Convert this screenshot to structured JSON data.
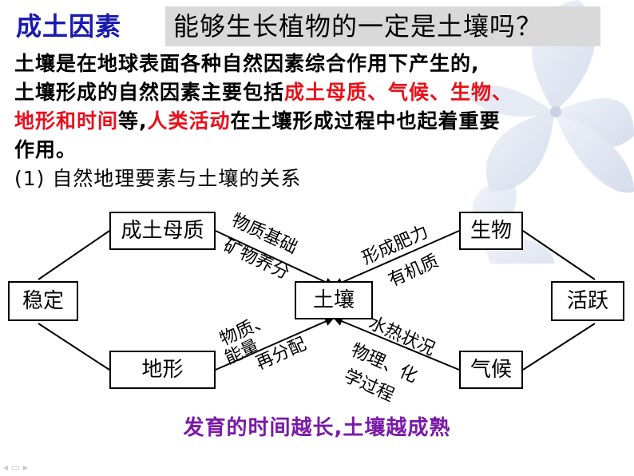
{
  "header": {
    "label": "成土因素",
    "question": "能够生长植物的一定是土壤吗？"
  },
  "intro": {
    "line1": "土壤是在地球表面各种自然因素综合作用下产生的,",
    "line2_a": "土壤形成的自然因素主要包括",
    "line2_b": "成土母质、气候、生物、",
    "line3_a": "地形和时间",
    "line3_b": "等,",
    "line3_c": "人类活动",
    "line3_d": "在土壤形成过程中也起着重要",
    "line4": "作用。",
    "line5": "(1) 自然地理要素与土壤的关系"
  },
  "diagram": {
    "nodes": {
      "parent_material": "成土母质",
      "organisms": "生物",
      "stable": "稳定",
      "soil": "土壤",
      "active": "活跃",
      "terrain": "地形",
      "climate": "气候"
    },
    "labels": {
      "material_basis": "物质基础",
      "mineral_nutrients": "矿物养分",
      "fertility": "形成肥力",
      "organic_matter": "有机质",
      "matter_energy_1": "物质、",
      "matter_energy_2": "能量",
      "redistribution": "再分配",
      "hydrothermal": "水热状况",
      "physchem_1": "物理、化",
      "physchem_2": "学过程"
    }
  },
  "footer": "发育的时间越长,土壤越成熟",
  "colors": {
    "title_blue": "#1a1ab0",
    "highlight_red": "#e8101a",
    "footer_purple": "#7a1aa8",
    "title_box_gray": "#d9d9d9"
  }
}
